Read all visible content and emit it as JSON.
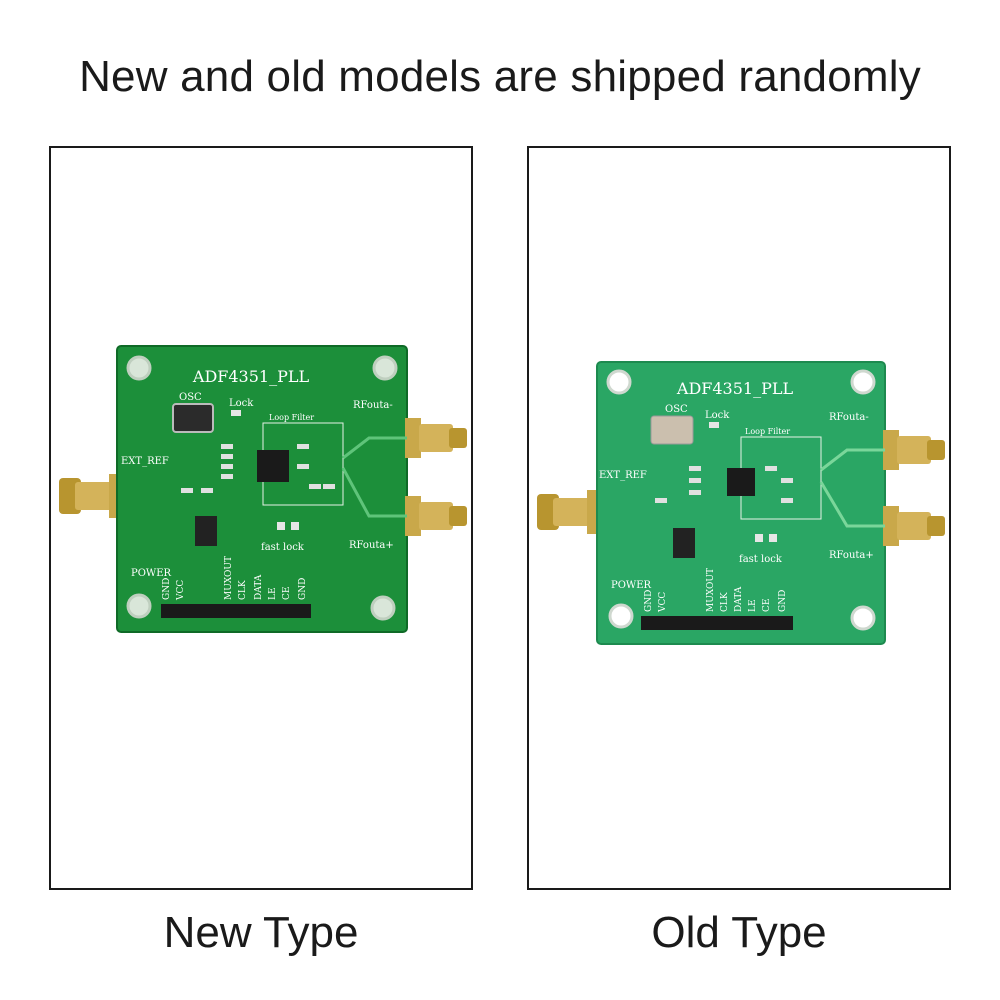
{
  "headline": "New and old models are shipped randomly",
  "panels": [
    {
      "caption": "New Type",
      "board": {
        "title": "ADF4351_PLL",
        "osc_label": "OSC",
        "lock_label": "Lock",
        "loop_filter_label": "Loop Filter",
        "ext_ref_label": "EXT_REF",
        "power_label": "POWER",
        "rfout_minus_label": "RFouta-",
        "rfout_plus_label": "RFouta+",
        "fast_lock_label": "fast lock",
        "pins": [
          "GND",
          "VCC",
          "MUXOUT",
          "CLK",
          "DATA",
          "LE",
          "CE",
          "GND"
        ]
      }
    },
    {
      "caption": "Old Type",
      "board": {
        "title": "ADF4351_PLL",
        "osc_label": "OSC",
        "lock_label": "Lock",
        "loop_filter_label": "Loop Filter",
        "ext_ref_label": "EXT_REF",
        "power_label": "POWER",
        "rfout_minus_label": "RFouta-",
        "rfout_plus_label": "RFouta+",
        "fast_lock_label": "fast lock",
        "pins": [
          "GND",
          "VCC",
          "MUXOUT",
          "CLK",
          "DATA",
          "LE",
          "CE",
          "GND"
        ]
      }
    }
  ],
  "colors": {
    "new_board": "#1c8f3a",
    "old_board": "#2aa664",
    "connector_gold": "#c9a84a",
    "frame": "#1a1a1a"
  }
}
